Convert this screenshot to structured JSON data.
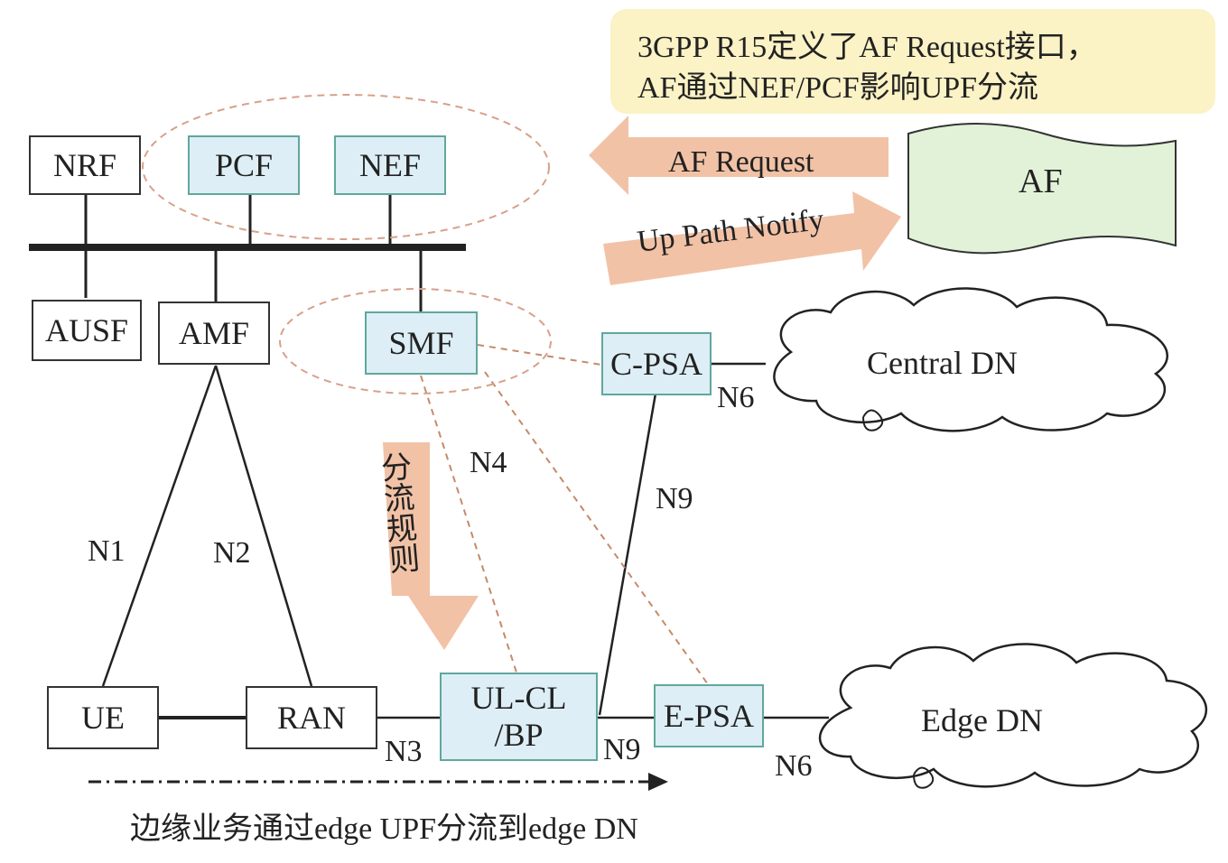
{
  "callout": {
    "line1": "3GPP R15定义了AF Request接口，",
    "line2": "AF通过NEF/PCF影响UPF分流"
  },
  "nodes": {
    "nrf": "NRF",
    "pcf": "PCF",
    "nef": "NEF",
    "ausf": "AUSF",
    "amf": "AMF",
    "smf": "SMF",
    "cpsa": "C-PSA",
    "ue": "UE",
    "ran": "RAN",
    "ulcl_line1": "UL-CL",
    "ulcl_line2": "/BP",
    "epsa": "E-PSA",
    "af": "AF"
  },
  "networks": {
    "central_dn": "Central DN",
    "edge_dn": "Edge DN"
  },
  "arrows": {
    "af_request": "AF Request",
    "up_path_notify": "Up Path Notify",
    "offload_rule": "分流规则"
  },
  "interfaces": {
    "n1": "N1",
    "n2": "N2",
    "n3": "N3",
    "n4": "N4",
    "n6_central": "N6",
    "n6_edge": "N6",
    "n9_vertical": "N9",
    "n9_horizontal": "N9"
  },
  "caption": "边缘业务通过edge UPF分流到edge  DN",
  "colors": {
    "blue_box": "#ddeef6",
    "blue_border": "#5fa89c",
    "arrow_fill": "#f2c2a6",
    "callout_fill": "#fbf2c5",
    "af_fill": "#e2f2d8",
    "dashed": "#c58a6a"
  }
}
